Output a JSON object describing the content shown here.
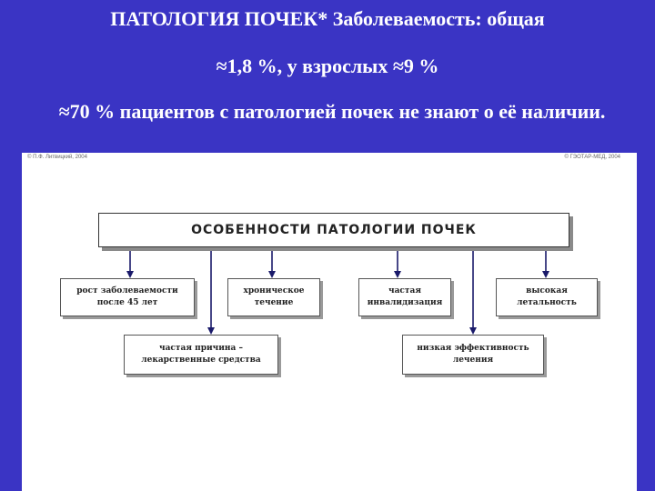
{
  "header": {
    "line1": "ПАТОЛОГИЯ ПОЧЕК* Заболеваемость: общая",
    "line2": "≈1,8 %, у взрослых ≈9 %",
    "line3": "≈70 % пациентов с патологией почек не знают о её наличии."
  },
  "figure": {
    "copyright_left": "© П.Ф. Литвицкий, 2004",
    "copyright_right": "© ГЭОТАР-МЕД, 2004",
    "main_box": "ОСОБЕННОСТИ ПАТОЛОГИИ ПОЧЕК",
    "boxes": [
      "рост заболеваемости\nпосле 45 лет",
      "хроническое\nтечение",
      "частая\nинвалидизация",
      "высокая\nлетальность",
      "частая причина –\nлекарственные средства",
      "низкая эффективность\nлечения"
    ]
  }
}
